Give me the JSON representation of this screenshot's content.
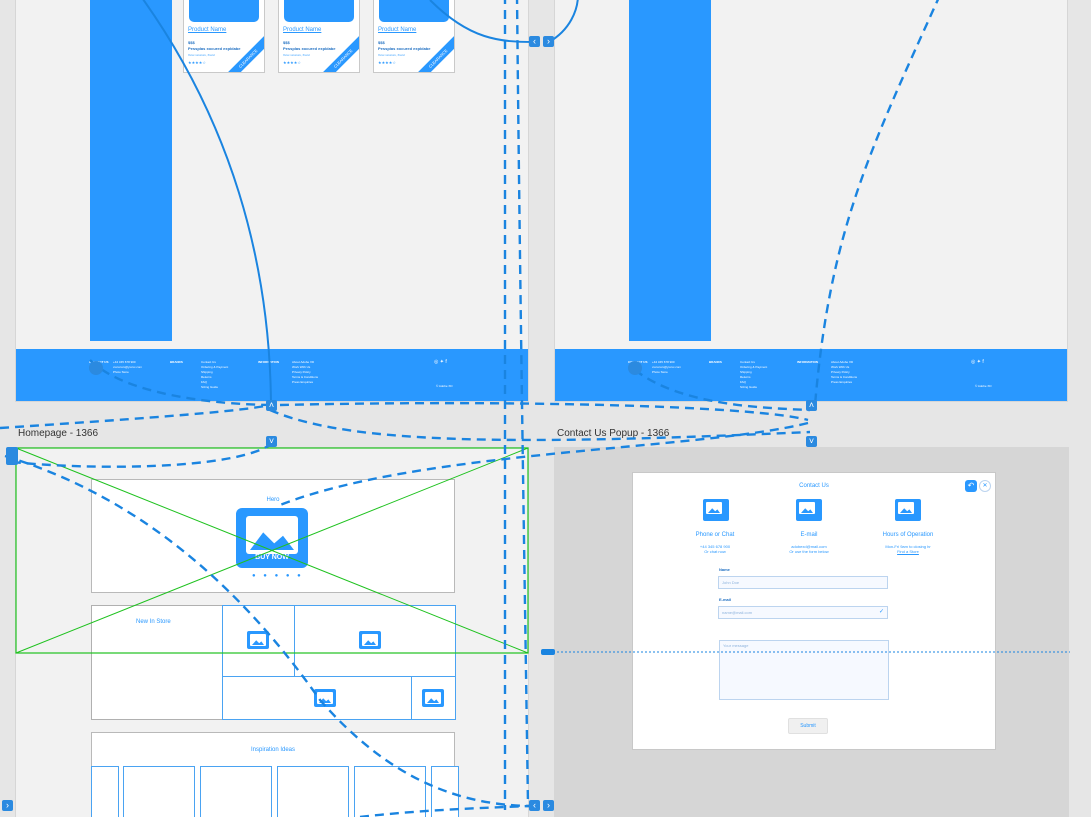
{
  "colors": {
    "accent": "#2998ff",
    "canvas": "#e6e6e6",
    "artboard": "#f2f2f2",
    "overlay": "#1fc21f",
    "link": "#1a84e0"
  },
  "top_left_board": {
    "products": [
      {
        "name": "Product Name",
        "price": "$$$",
        "description": "Pessplas xocured expldabe",
        "meta": "Xxxx xxxxxxx, Xxxxl",
        "stars": "★★★★☆",
        "badge": "CLEARANCE"
      },
      {
        "name": "Product Name",
        "price": "$$$",
        "description": "Pessplas xocured expldabe",
        "meta": "Xxxx xxxxxxx, Xxxxl",
        "stars": "★★★★☆",
        "badge": "CLEARANCE"
      },
      {
        "name": "Product Name",
        "price": "$$$",
        "description": "Pessplas xocured expldabe",
        "meta": "Xxxx xxxxxxx, Xxxxl",
        "stars": "★★★★☆",
        "badge": "CLEARANCE"
      }
    ],
    "footer": {
      "contact_heading": "CONTACT US",
      "contact_lines": "+44 345 678 900\nxxxxxxxx@yxxxx.com\nPhoto Store",
      "brands_heading": "BRANDS",
      "service_lines": "Contact Us\nOrdering & Payment\nShipping\nReturns\nFAQ\nSizing Guide",
      "info_heading": "INFORMATION",
      "info_lines": "About Adobe XD\nWork With Us\nPrivacy Policy\nTerms & Conditions\nPress Enquiries",
      "social": "◎ ✦ f",
      "copyright": "© Adobe XD"
    }
  },
  "top_right_board": {
    "footer": {
      "contact_heading": "CONTACT US",
      "contact_lines": "+44 345 678 900\nxxxxxxxx@yxxxx.com\nPhoto Store",
      "brands_heading": "BRANDS",
      "service_lines": "Contact Us\nOrdering & Payment\nShipping\nReturns\nFAQ\nSizing Guide",
      "info_heading": "INFORMATION",
      "info_lines": "About Adobe XD\nWork With Us\nPrivacy Policy\nTerms & Conditions\nPress Enquiries",
      "social": "◎ ✦ f",
      "copyright": "© Adobe XD"
    }
  },
  "homepage": {
    "artboard_label": "Homepage - 1366",
    "hero_label": "Hero",
    "hero_button": "BUY NOW",
    "new_in_store": "New In Store",
    "inspiration": "Inspiration Ideas"
  },
  "contact_popup": {
    "artboard_label": "Contact Us Popup - 1366",
    "title": "Contact Us",
    "options": [
      {
        "heading": "Phone or Chat",
        "line1": "+44 345 678 900",
        "line2": "Or chat now"
      },
      {
        "heading": "E-mail",
        "line1": "adobexd@mail.com",
        "line2": "Or use the form below"
      },
      {
        "heading": "Hours of Operation",
        "line1": "Mon-Fri 9am to closing hr",
        "line2": "Find a Store"
      }
    ],
    "form": {
      "name_label": "Name",
      "name_value": "John Doe",
      "email_label": "E-mail",
      "email_value": "name@mail.com",
      "message_placeholder": "Your message",
      "submit": "Submit"
    }
  }
}
